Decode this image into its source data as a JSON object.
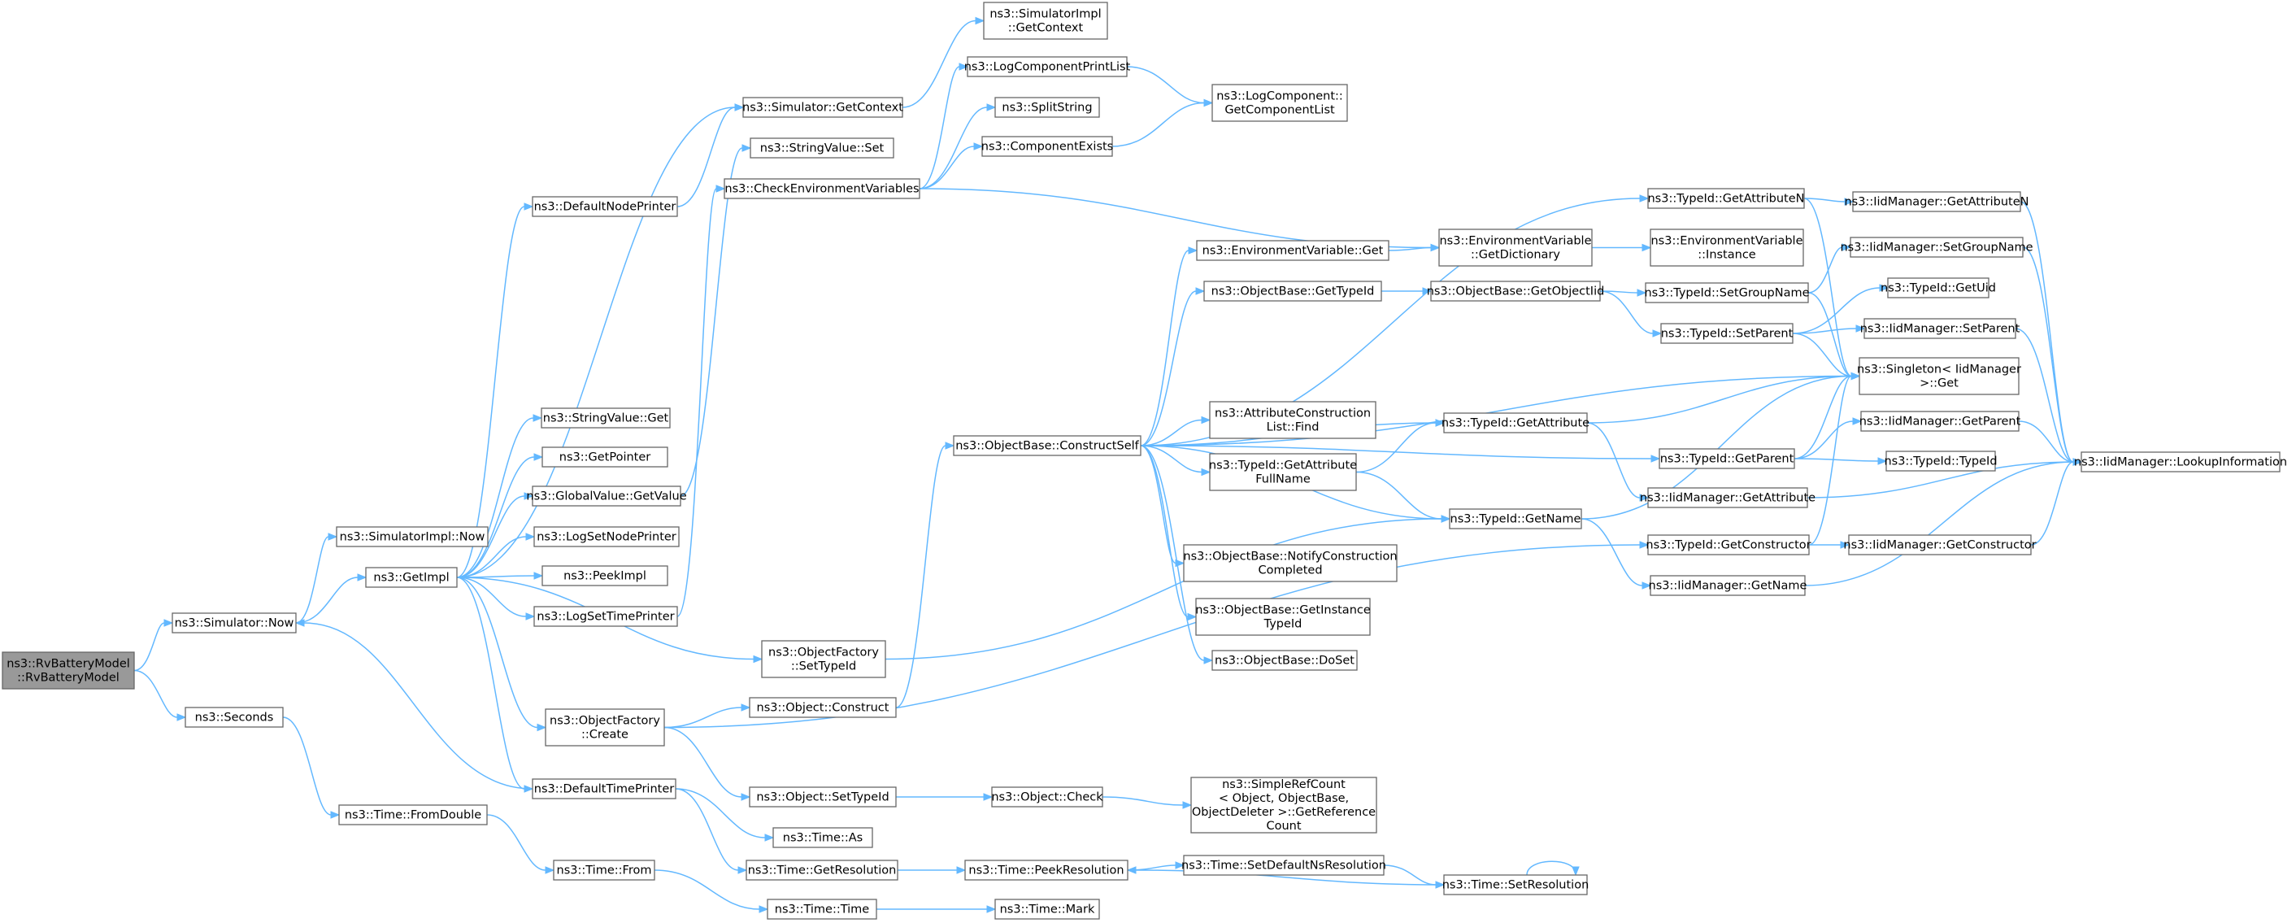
{
  "diagram": {
    "colors": {
      "edge": "#63b8ff",
      "node_border": "#666666",
      "root_fill": "#999999",
      "node_fill": "#ffffff"
    },
    "nodes": [
      {
        "id": "root",
        "lines": [
          "ns3::RvBatteryModel",
          "::RvBatteryModel"
        ],
        "root": true
      },
      {
        "id": "simnow",
        "lines": [
          "ns3::Simulator::Now"
        ]
      },
      {
        "id": "seconds",
        "lines": [
          "ns3::Seconds"
        ]
      },
      {
        "id": "simimplnow",
        "lines": [
          "ns3::SimulatorImpl::Now"
        ]
      },
      {
        "id": "getimpl",
        "lines": [
          "ns3::GetImpl"
        ]
      },
      {
        "id": "fromdouble",
        "lines": [
          "ns3::Time::FromDouble"
        ]
      },
      {
        "id": "defnodeprinter",
        "lines": [
          "ns3::DefaultNodePrinter"
        ]
      },
      {
        "id": "strvalget",
        "lines": [
          "ns3::StringValue::Get"
        ]
      },
      {
        "id": "getpointer",
        "lines": [
          "ns3::GetPointer"
        ]
      },
      {
        "id": "gvgetvalue",
        "lines": [
          "ns3::GlobalValue::GetValue"
        ]
      },
      {
        "id": "logsetnodeprinter",
        "lines": [
          "ns3::LogSetNodePrinter"
        ]
      },
      {
        "id": "peekimpl",
        "lines": [
          "ns3::PeekImpl"
        ]
      },
      {
        "id": "logsettimeprinter",
        "lines": [
          "ns3::LogSetTimePrinter"
        ]
      },
      {
        "id": "ofcreate",
        "lines": [
          "ns3::ObjectFactory",
          "::Create"
        ]
      },
      {
        "id": "deftimeprinter",
        "lines": [
          "ns3::DefaultTimePrinter"
        ]
      },
      {
        "id": "timefrom",
        "lines": [
          "ns3::Time::From"
        ]
      },
      {
        "id": "simgetcontext",
        "lines": [
          "ns3::Simulator::GetContext"
        ]
      },
      {
        "id": "strvalset",
        "lines": [
          "ns3::StringValue::Set"
        ]
      },
      {
        "id": "checkenv",
        "lines": [
          "ns3::CheckEnvironmentVariables"
        ]
      },
      {
        "id": "ofsettypeid",
        "lines": [
          "ns3::ObjectFactory",
          "::SetTypeId"
        ]
      },
      {
        "id": "objconstruct",
        "lines": [
          "ns3::Object::Construct"
        ]
      },
      {
        "id": "objsettypeid",
        "lines": [
          "ns3::Object::SetTypeId"
        ]
      },
      {
        "id": "timeas",
        "lines": [
          "ns3::Time::As"
        ]
      },
      {
        "id": "timegetres",
        "lines": [
          "ns3::Time::GetResolution"
        ]
      },
      {
        "id": "timetime",
        "lines": [
          "ns3::Time::Time"
        ]
      },
      {
        "id": "simimplgetcontext",
        "lines": [
          "ns3::SimulatorImpl",
          "::GetContext"
        ]
      },
      {
        "id": "logcompprintlist",
        "lines": [
          "ns3::LogComponentPrintList"
        ]
      },
      {
        "id": "splitstring",
        "lines": [
          "ns3::SplitString"
        ]
      },
      {
        "id": "compexists",
        "lines": [
          "ns3::ComponentExists"
        ]
      },
      {
        "id": "obconstructself",
        "lines": [
          "ns3::ObjectBase::ConstructSelf"
        ]
      },
      {
        "id": "objcheck",
        "lines": [
          "ns3::Object::Check"
        ]
      },
      {
        "id": "peekres",
        "lines": [
          "ns3::Time::PeekResolution"
        ]
      },
      {
        "id": "timemark",
        "lines": [
          "ns3::Time::Mark"
        ]
      },
      {
        "id": "logcompgetlist",
        "lines": [
          "ns3::LogComponent::",
          "GetComponentList"
        ]
      },
      {
        "id": "envget",
        "lines": [
          "ns3::EnvironmentVariable::Get"
        ]
      },
      {
        "id": "obgettypeid",
        "lines": [
          "ns3::ObjectBase::GetTypeId"
        ]
      },
      {
        "id": "acfind",
        "lines": [
          "ns3::AttributeConstruction",
          "List::Find"
        ]
      },
      {
        "id": "tidgetattrfull",
        "lines": [
          "ns3::TypeId::GetAttribute",
          "FullName"
        ]
      },
      {
        "id": "obnotify",
        "lines": [
          "ns3::ObjectBase::NotifyConstruction",
          "Completed"
        ]
      },
      {
        "id": "obgetinst",
        "lines": [
          "ns3::ObjectBase::GetInstance",
          "TypeId"
        ]
      },
      {
        "id": "obdoset",
        "lines": [
          "ns3::ObjectBase::DoSet"
        ]
      },
      {
        "id": "simplerefcount",
        "lines": [
          "ns3::SimpleRefCount",
          "< Object, ObjectBase,",
          "ObjectDeleter >::GetReference",
          "Count"
        ]
      },
      {
        "id": "setdefns",
        "lines": [
          "ns3::Time::SetDefaultNsResolution"
        ]
      },
      {
        "id": "envgetdict",
        "lines": [
          "ns3::EnvironmentVariable",
          "::GetDictionary"
        ]
      },
      {
        "id": "obgetobjtid",
        "lines": [
          "ns3::ObjectBase::GetObjectIid"
        ]
      },
      {
        "id": "tidgetattr",
        "lines": [
          "ns3::TypeId::GetAttribute"
        ]
      },
      {
        "id": "tidgetname",
        "lines": [
          "ns3::TypeId::GetName"
        ]
      },
      {
        "id": "timesetres",
        "lines": [
          "ns3::Time::SetResolution"
        ]
      },
      {
        "id": "tidgetattrn",
        "lines": [
          "ns3::TypeId::GetAttributeN"
        ]
      },
      {
        "id": "envinstance",
        "lines": [
          "ns3::EnvironmentVariable",
          "::Instance"
        ]
      },
      {
        "id": "tidsetgroup",
        "lines": [
          "ns3::TypeId::SetGroupName"
        ]
      },
      {
        "id": "tidsetparent",
        "lines": [
          "ns3::TypeId::SetParent"
        ]
      },
      {
        "id": "tidgetparent",
        "lines": [
          "ns3::TypeId::GetParent"
        ]
      },
      {
        "id": "iidgetattr",
        "lines": [
          "ns3::IidManager::GetAttribute"
        ]
      },
      {
        "id": "tidgetctor",
        "lines": [
          "ns3::TypeId::GetConstructor"
        ]
      },
      {
        "id": "iidgetname",
        "lines": [
          "ns3::IidManager::GetName"
        ]
      },
      {
        "id": "iidgetattrn",
        "lines": [
          "ns3::IidManager::GetAttributeN"
        ]
      },
      {
        "id": "iidsetgroup",
        "lines": [
          "ns3::IidManager::SetGroupName"
        ]
      },
      {
        "id": "tidgetuid",
        "lines": [
          "ns3::TypeId::GetUid"
        ]
      },
      {
        "id": "iidsetparent",
        "lines": [
          "ns3::IidManager::SetParent"
        ]
      },
      {
        "id": "singletonget",
        "lines": [
          "ns3::Singleton< IidManager",
          ">::Get"
        ]
      },
      {
        "id": "iidgetparent",
        "lines": [
          "ns3::IidManager::GetParent"
        ]
      },
      {
        "id": "tidtypeid",
        "lines": [
          "ns3::TypeId::TypeId"
        ]
      },
      {
        "id": "iidgetctor",
        "lines": [
          "ns3::IidManager::GetConstructor"
        ]
      },
      {
        "id": "iidlookup",
        "lines": [
          "ns3::IidManager::LookupInformation"
        ]
      }
    ],
    "edges": [
      [
        "root",
        "simnow"
      ],
      [
        "root",
        "seconds"
      ],
      [
        "simnow",
        "simimplnow"
      ],
      [
        "simnow",
        "getimpl"
      ],
      [
        "seconds",
        "fromdouble"
      ],
      [
        "getimpl",
        "defnodeprinter"
      ],
      [
        "getimpl",
        "simgetcontext"
      ],
      [
        "getimpl",
        "strvalget"
      ],
      [
        "getimpl",
        "getpointer"
      ],
      [
        "getimpl",
        "gvgetvalue"
      ],
      [
        "getimpl",
        "logsetnodeprinter"
      ],
      [
        "getimpl",
        "peekimpl"
      ],
      [
        "getimpl",
        "logsettimeprinter"
      ],
      [
        "getimpl",
        "ofsettypeid"
      ],
      [
        "getimpl",
        "ofcreate"
      ],
      [
        "getimpl",
        "deftimeprinter"
      ],
      [
        "fromdouble",
        "timefrom"
      ],
      [
        "defnodeprinter",
        "simgetcontext"
      ],
      [
        "gvgetvalue",
        "strvalset"
      ],
      [
        "logsettimeprinter",
        "checkenv"
      ],
      [
        "ofcreate",
        "objconstruct"
      ],
      [
        "ofcreate",
        "objsettypeid"
      ],
      [
        "ofcreate",
        "tidgetctor"
      ],
      [
        "deftimeprinter",
        "simnow"
      ],
      [
        "deftimeprinter",
        "timeas"
      ],
      [
        "deftimeprinter",
        "timegetres"
      ],
      [
        "timefrom",
        "timetime"
      ],
      [
        "simgetcontext",
        "simimplgetcontext"
      ],
      [
        "checkenv",
        "logcompprintlist"
      ],
      [
        "checkenv",
        "splitstring"
      ],
      [
        "checkenv",
        "compexists"
      ],
      [
        "checkenv",
        "envgetdict"
      ],
      [
        "ofsettypeid",
        "tidgetname"
      ],
      [
        "objconstruct",
        "obconstructself"
      ],
      [
        "objsettypeid",
        "objcheck"
      ],
      [
        "timegetres",
        "peekres"
      ],
      [
        "timetime",
        "timemark"
      ],
      [
        "logcompprintlist",
        "logcompgetlist"
      ],
      [
        "compexists",
        "logcompgetlist"
      ],
      [
        "obconstructself",
        "tidgetattrn"
      ],
      [
        "obconstructself",
        "envget"
      ],
      [
        "obconstructself",
        "obgettypeid"
      ],
      [
        "obconstructself",
        "singletonget"
      ],
      [
        "obconstructself",
        "tidgetattr"
      ],
      [
        "obconstructself",
        "acfind"
      ],
      [
        "obconstructself",
        "tidgetattrfull"
      ],
      [
        "obconstructself",
        "tidgetparent"
      ],
      [
        "obconstructself",
        "tidgetname"
      ],
      [
        "obconstructself",
        "obnotify"
      ],
      [
        "obconstructself",
        "obgetinst"
      ],
      [
        "obconstructself",
        "obdoset"
      ],
      [
        "objcheck",
        "simplerefcount"
      ],
      [
        "peekres",
        "setdefns"
      ],
      [
        "envget",
        "envgetdict"
      ],
      [
        "obgettypeid",
        "obgetobjtid"
      ],
      [
        "tidgetattrfull",
        "tidgetattr"
      ],
      [
        "tidgetattrfull",
        "tidgetname"
      ],
      [
        "setdefns",
        "timesetres"
      ],
      [
        "envgetdict",
        "envinstance"
      ],
      [
        "obgetobjtid",
        "tidsetgroup"
      ],
      [
        "obgetobjtid",
        "tidsetparent"
      ],
      [
        "tidgetattr",
        "singletonget"
      ],
      [
        "tidgetattr",
        "iidgetattr"
      ],
      [
        "tidgetname",
        "singletonget"
      ],
      [
        "tidgetname",
        "iidgetname"
      ],
      [
        "timesetres",
        "timesetres"
      ],
      [
        "timesetres",
        "peekres"
      ],
      [
        "tidgetattrn",
        "iidgetattrn"
      ],
      [
        "tidgetattrn",
        "singletonget"
      ],
      [
        "tidsetgroup",
        "iidsetgroup"
      ],
      [
        "tidsetgroup",
        "singletonget"
      ],
      [
        "tidsetparent",
        "tidgetuid"
      ],
      [
        "tidsetparent",
        "iidsetparent"
      ],
      [
        "tidsetparent",
        "singletonget"
      ],
      [
        "tidgetparent",
        "singletonget"
      ],
      [
        "tidgetparent",
        "iidgetparent"
      ],
      [
        "tidgetparent",
        "tidtypeid"
      ],
      [
        "tidgetctor",
        "singletonget"
      ],
      [
        "tidgetctor",
        "iidgetctor"
      ],
      [
        "iidgetname",
        "iidlookup"
      ],
      [
        "iidgetattr",
        "iidlookup"
      ],
      [
        "iidgetattrn",
        "iidlookup"
      ],
      [
        "iidsetgroup",
        "iidlookup"
      ],
      [
        "iidsetparent",
        "iidlookup"
      ],
      [
        "iidgetparent",
        "iidlookup"
      ],
      [
        "iidgetctor",
        "iidlookup"
      ]
    ]
  }
}
